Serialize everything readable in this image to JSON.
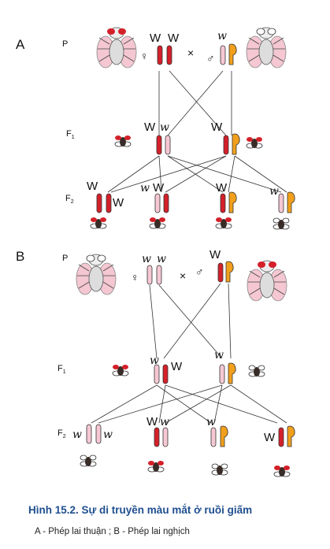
{
  "colors": {
    "red": "#d4202a",
    "pink": "#f6c8d4",
    "orange": "#f2a01c",
    "line": "#333333",
    "caption": "#1f4f8f"
  },
  "panel_a": {
    "label": "A",
    "p_label": "P",
    "f1_label": "F",
    "f1_sub": "1",
    "f2_label": "F",
    "f2_sub": "2",
    "female_symbol": "♀",
    "male_symbol": "♂",
    "cross_symbol": "×",
    "allele_dominant": "W",
    "allele_recessive": "w"
  },
  "panel_b": {
    "label": "B",
    "p_label": "P",
    "f1_label": "F",
    "f1_sub": "1",
    "f2_label": "F",
    "f2_sub": "2",
    "female_symbol": "♀",
    "male_symbol": "♂",
    "cross_symbol": "×",
    "allele_dominant": "W",
    "allele_recessive": "w"
  },
  "caption": {
    "title": "Hình 15.2. Sự di truyền màu mắt ở ruồi giấm",
    "subtitle": "A - Phép lai thuận ; B - Phép lai nghịch"
  }
}
